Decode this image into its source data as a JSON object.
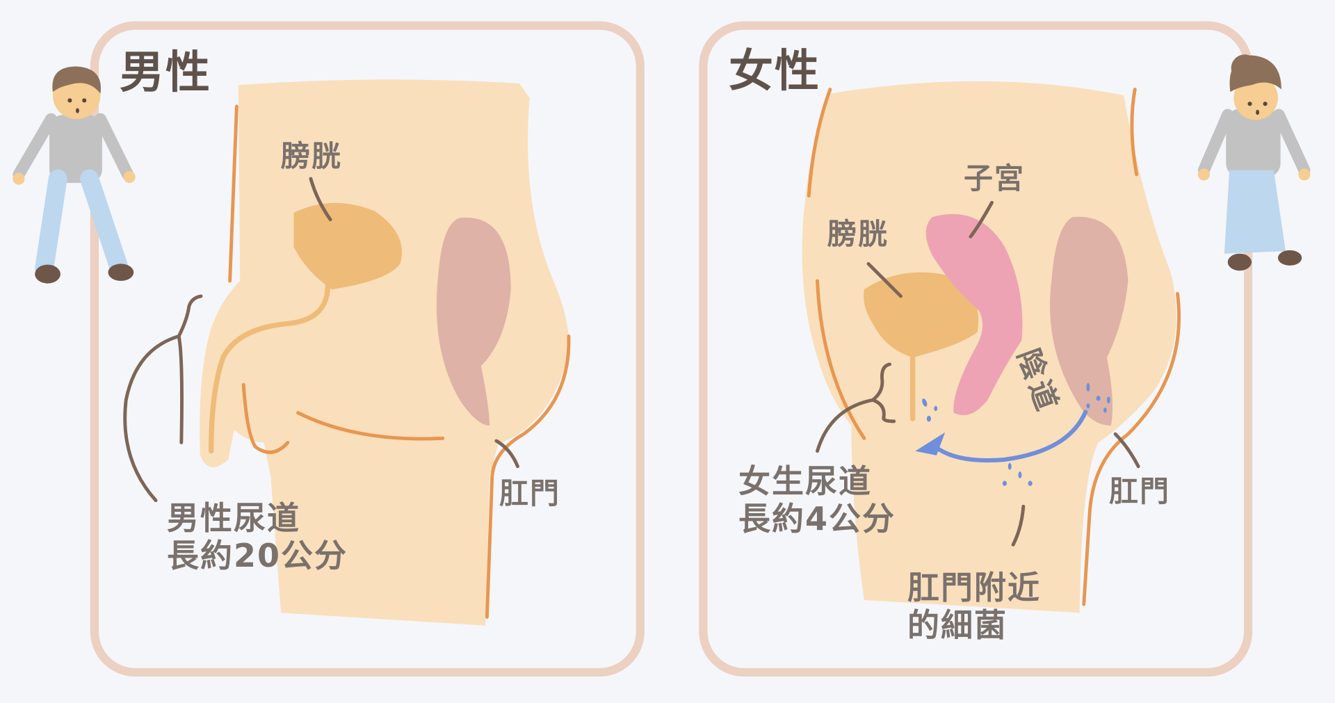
{
  "panels": {
    "male": {
      "title": "男性",
      "labels": {
        "bladder": "膀胱",
        "urethra": "男性尿道\n長約20公分",
        "anus": "肛門"
      }
    },
    "female": {
      "title": "女性",
      "labels": {
        "uterus": "子宮",
        "bladder": "膀胱",
        "vagina": "陰道",
        "urethra": "女生尿道\n長約4公分",
        "anus": "肛門",
        "bacteria": "肛門附近\n的細菌"
      }
    }
  },
  "colors": {
    "background": "#f5f6fa",
    "frame": "#ecd0c2",
    "skin": "#f9dfbb",
    "outline": "#e8964f",
    "bladder": "#efbb78",
    "uterus": "#eda3b4",
    "rectum": "#deb2a6",
    "pointer": "#7d6657",
    "arrow": "#6f8fdc",
    "text": "#7a716c",
    "title_text": "#5f524b"
  }
}
